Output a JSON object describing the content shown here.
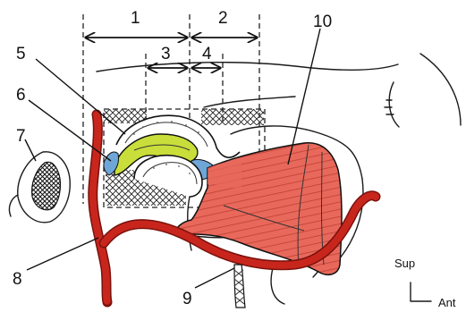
{
  "labels": {
    "l1": "1",
    "l2": "2",
    "l3": "3",
    "l4": "4",
    "l5": "5",
    "l6": "6",
    "l7": "7",
    "l8": "8",
    "l9": "9",
    "l10": "10"
  },
  "orientation": {
    "sup": "Sup",
    "ant": "Ant"
  },
  "colors": {
    "muscle": "#e8695c",
    "muscle_dark": "#c0392b",
    "disc": "#c9de3a",
    "ligament": "#6fa6d8",
    "artery": "#c8261d"
  }
}
